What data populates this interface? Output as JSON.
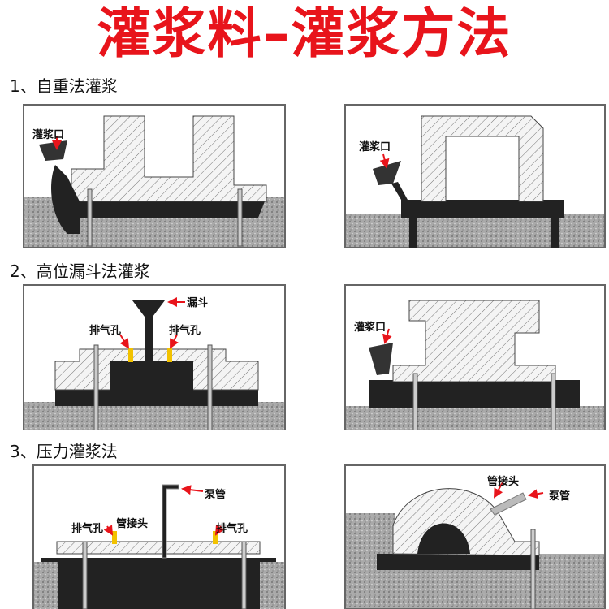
{
  "title": "灌浆料–灌浆方法",
  "sections": [
    {
      "heading": "1、自重法灌浆",
      "left_labels": {
        "inlet": "灌浆口"
      },
      "right_labels": {
        "inlet": "灌浆口"
      }
    },
    {
      "heading": "2、高位漏斗法灌浆",
      "left_labels": {
        "funnel": "漏斗",
        "vent_left": "排气孔",
        "vent_right": "排气孔"
      },
      "right_labels": {
        "inlet": "灌浆口"
      }
    },
    {
      "heading": "3、压力灌浆法",
      "left_labels": {
        "pump_pipe": "泵管",
        "pipe_joint": "管接头",
        "vent_left": "排气孔",
        "vent_right": "排气孔"
      },
      "right_labels": {
        "pipe_joint": "管接头",
        "pump_pipe": "泵管"
      }
    }
  ],
  "colors": {
    "title": "#e8141b",
    "grout": "#222222",
    "concrete": "#a9a9a9",
    "arrow": "#e8141b",
    "vent": "#f2c200"
  }
}
